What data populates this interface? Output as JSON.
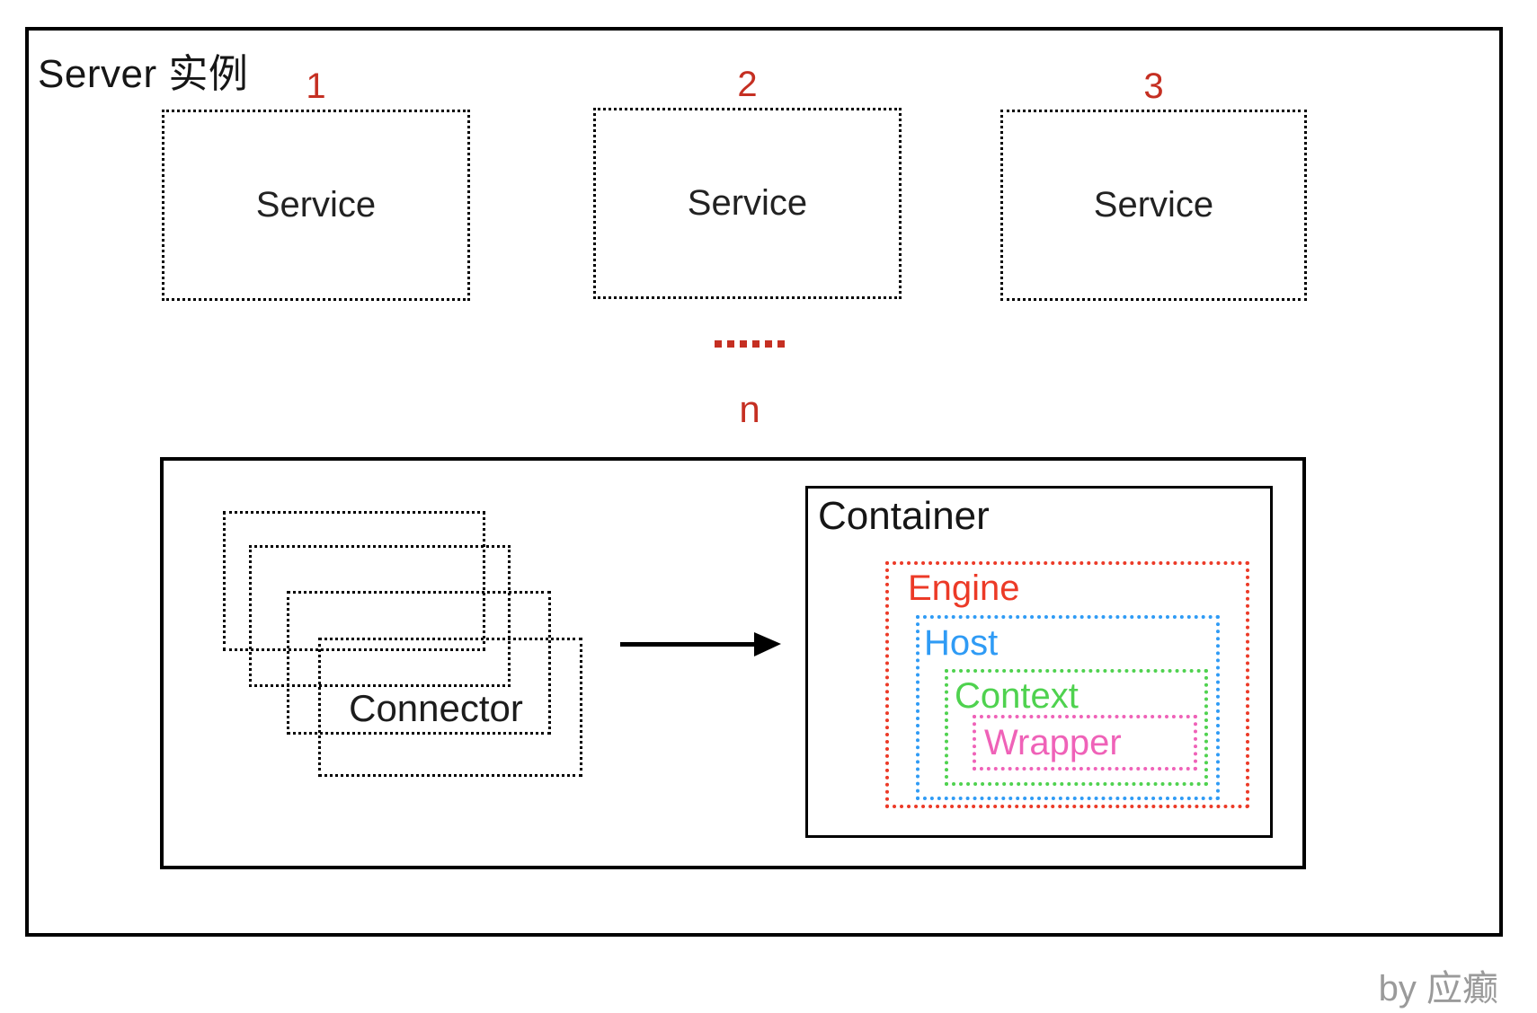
{
  "server": {
    "label": "Server 实例",
    "services": [
      {
        "index": "1",
        "label": "Service"
      },
      {
        "index": "2",
        "label": "Service"
      },
      {
        "index": "3",
        "label": "Service"
      }
    ],
    "ellipsis": "......",
    "more_index": "n"
  },
  "engine_unit": {
    "connector": {
      "label": "Connector"
    },
    "container": {
      "label": "Container",
      "layers": [
        {
          "name": "Engine",
          "color": "#ec3a27"
        },
        {
          "name": "Host",
          "color": "#2f9bf5"
        },
        {
          "name": "Context",
          "color": "#4fd24f"
        },
        {
          "name": "Wrapper",
          "color": "#ef62b8"
        }
      ]
    }
  },
  "credit": "by 应癫",
  "colors": {
    "index_red": "#c52f22",
    "text": "#1c1c1c",
    "credit_gray": "#9a9a9a",
    "line_black": "#000000"
  }
}
